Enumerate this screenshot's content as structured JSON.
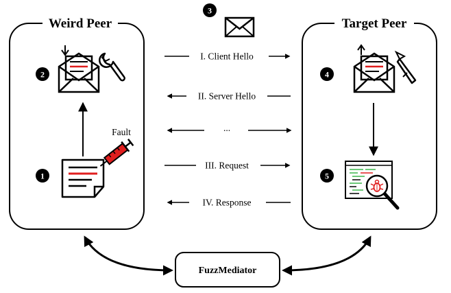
{
  "weird_peer": {
    "title": "Weird Peer"
  },
  "target_peer": {
    "title": "Target Peer"
  },
  "mediator": {
    "label": "FuzzMediator"
  },
  "fault_label": "Fault",
  "steps": [
    "1",
    "2",
    "3",
    "4",
    "5"
  ],
  "messages": [
    {
      "label": "I. Client Hello",
      "direction": "right"
    },
    {
      "label": "II. Server Hello",
      "direction": "left"
    },
    {
      "label": "...",
      "direction": "both"
    },
    {
      "label": "III. Request",
      "direction": "right"
    },
    {
      "label": "IV. Response",
      "direction": "left"
    }
  ],
  "colors": {
    "accent_red": "#e01e1e",
    "ink": "#000000",
    "code_green": "#3ab54a"
  }
}
